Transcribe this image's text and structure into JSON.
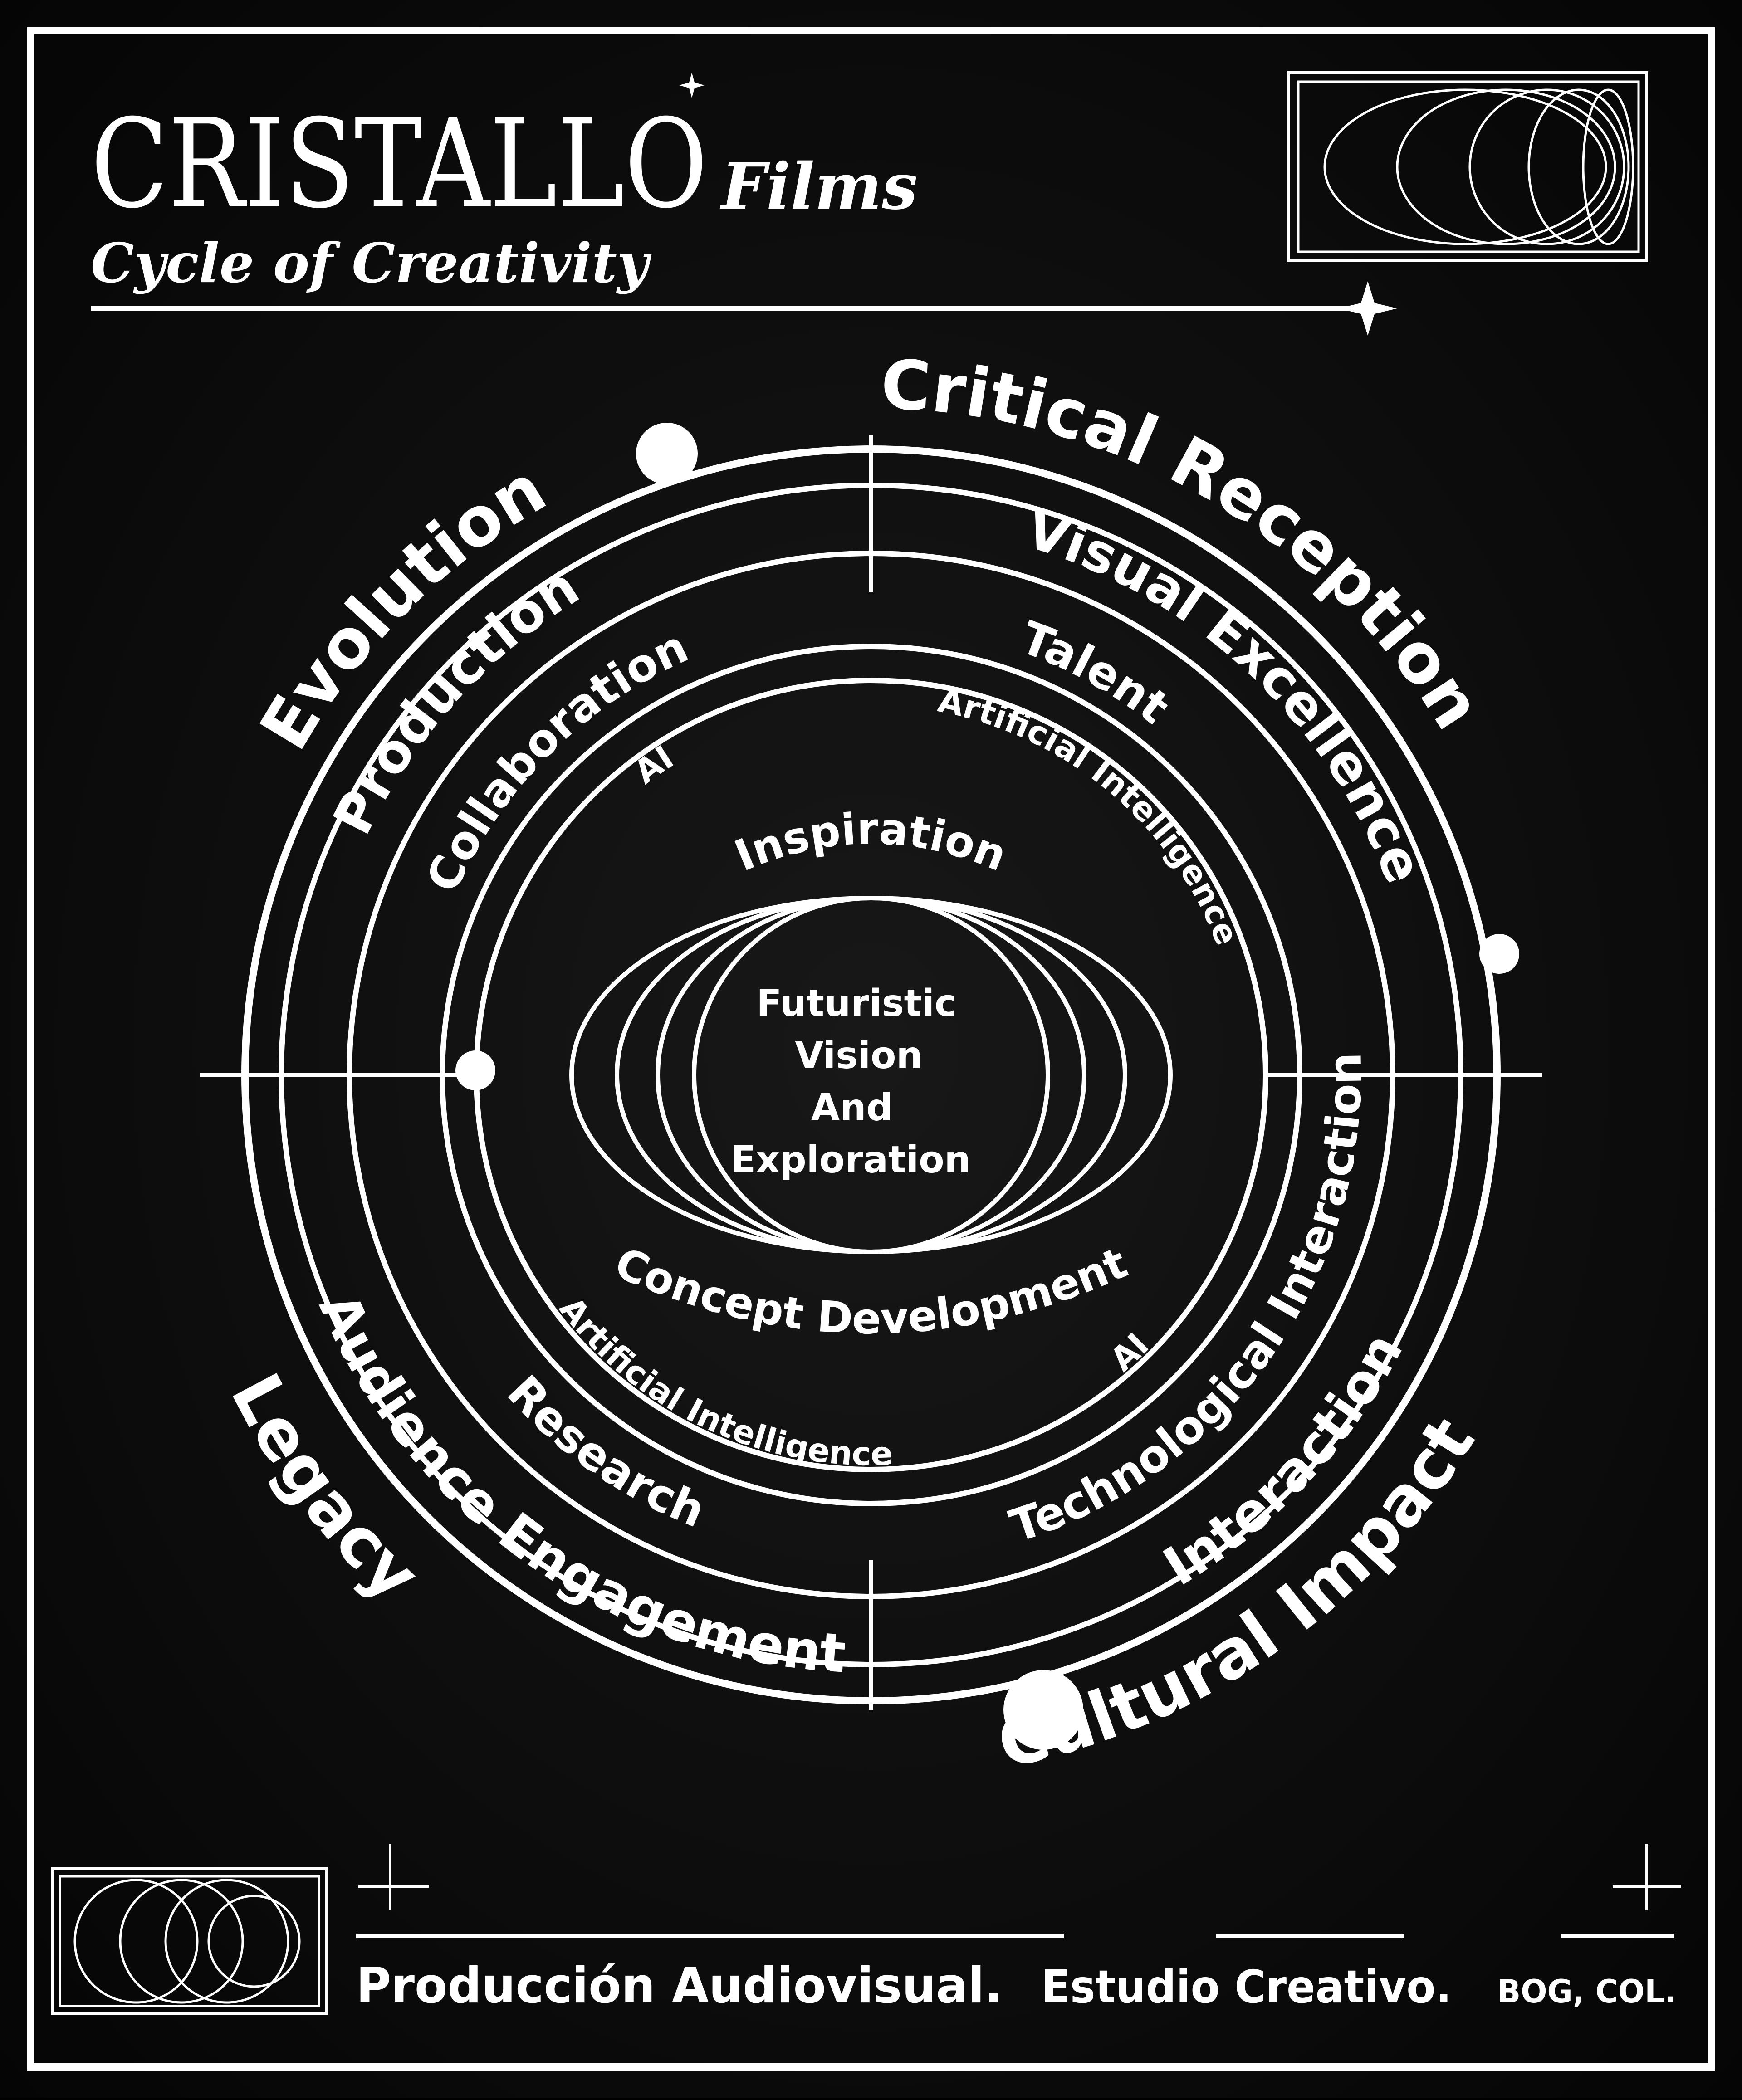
{
  "brand": {
    "name": "CRISTALLO",
    "suffix": "Films",
    "tagline": "Cycle of Creativity"
  },
  "rings": {
    "outer": [
      {
        "label": "Evolution",
        "center_angle": -45,
        "radius": 1445
      },
      {
        "label": "Critical Reception",
        "center_angle": 30,
        "radius": 1470
      },
      {
        "label": "Cultural Impact",
        "center_angle": 145,
        "radius": 1450
      },
      {
        "label": "Legacy",
        "center_angle": 233,
        "radius": 1470
      }
    ],
    "second": [
      {
        "label": "Production",
        "center_angle": -48,
        "radius": 1230
      },
      {
        "label": "Visual Excellence",
        "center_angle": 43,
        "radius": 1215
      },
      {
        "label": "Interaction",
        "center_angle": 133,
        "radius": 1235
      },
      {
        "label": "Audience Engagement",
        "center_angle": 215,
        "radius": 1235
      }
    ],
    "third": [
      {
        "label": "Collaboration",
        "center_angle": -45,
        "radius": 1000
      },
      {
        "label": "Talent",
        "center_angle": 29,
        "radius": 990
      },
      {
        "label": "Technological Interaction",
        "center_angle": 125,
        "radius": 1010
      },
      {
        "label": "Research",
        "center_angle": 215,
        "radius": 1000
      }
    ],
    "fourth": [
      {
        "label": "AI",
        "center_angle": -35,
        "radius": 810
      },
      {
        "label": "Artificial Intelligence",
        "center_angle": 40,
        "radius": 815
      },
      {
        "label": "AI",
        "center_angle": 137,
        "radius": 810
      },
      {
        "label": "Artificial Intelligence",
        "center_angle": 205,
        "radius": 810
      }
    ]
  },
  "core": {
    "top": "Inspiration",
    "bottom": "Concept Development",
    "center_lines": [
      "Futuristic",
      "Vision",
      "And",
      "Exploration"
    ]
  },
  "footer": {
    "item1": "Producción Audiovisual.",
    "item2": "Estudio Creativo.",
    "item3": "BOG, COL."
  },
  "colors": {
    "background": "#0d0d0d",
    "ink": "#ffffff"
  }
}
